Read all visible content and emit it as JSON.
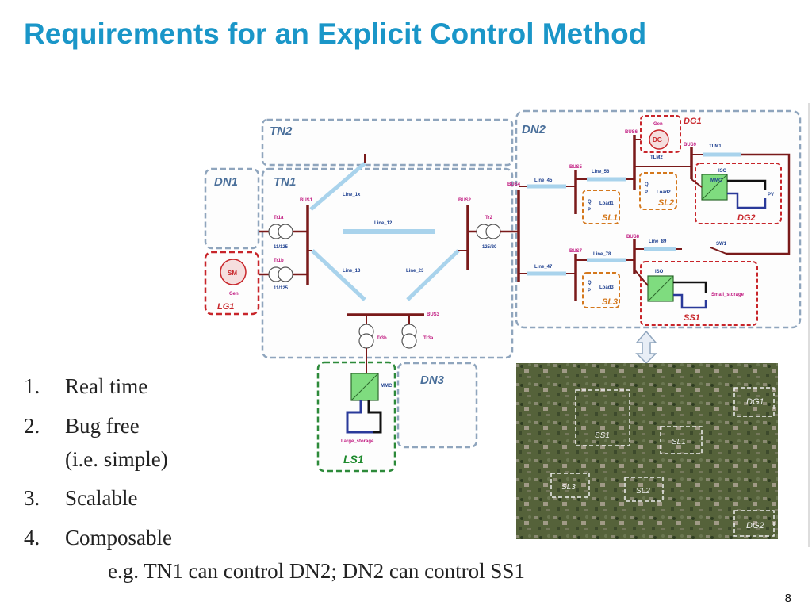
{
  "slide": {
    "title": "Requirements for an Explicit Control Method",
    "page_number": "8"
  },
  "requirements": {
    "items": [
      {
        "num": "1.",
        "text": "Real time"
      },
      {
        "num": "2.",
        "text": "Bug free"
      },
      {
        "num": "",
        "text": "(i.e. simple)"
      },
      {
        "num": "3.",
        "text": "Scalable"
      },
      {
        "num": "4.",
        "text": "Composable"
      }
    ],
    "example": "e.g. TN1 can control DN2; DN2 can control SS1"
  },
  "diagram": {
    "regions": {
      "tn2": "TN2",
      "tn1": "TN1",
      "dn1": "DN1",
      "dn2": "DN2",
      "dn3": "DN3",
      "lg1": "LG1",
      "ls1": "LS1",
      "dg1": "DG1",
      "dg2": "DG2",
      "sl1": "SL1",
      "sl2": "SL2",
      "sl3": "SL3",
      "ss1": "SS1"
    },
    "buses": {
      "bus1": "BUS1",
      "bus2": "BUS2",
      "bus3": "BUS3",
      "bus4": "BUS4",
      "bus5": "BUS5",
      "bus6": "BUS6",
      "bus7": "BUS7",
      "bus8": "BUS8",
      "bus9": "BUS9"
    },
    "lines": {
      "line_1x": "Line_1x",
      "line_12": "Line_12",
      "line_13": "Line_13",
      "line_23": "Line_23",
      "line_45": "Line_45",
      "line_47": "Line_47",
      "line_56": "Line_56",
      "line_78": "Line_78",
      "line_89": "Line_89",
      "tlm1": "TLM1",
      "tlm2": "TLM2",
      "sw1": "SW1"
    },
    "components": {
      "sm": "SM",
      "gen_lg": "Gen",
      "gen_dg": "Gen",
      "dg": "DG",
      "mmc": "MMC",
      "isc": "ISC",
      "iso": "ISO",
      "mmc_ls": "MMC",
      "pv": "PV",
      "small_storage": "Small_storage",
      "large_storage": "Large_storage",
      "load1": "Load1",
      "load2": "Load2",
      "load3": "Load3",
      "tr1a": "Tr1a",
      "tr1b": "Tr1b",
      "tr2": "Tr2",
      "tr3a": "Tr3a",
      "tr3b": "Tr3b",
      "ratio_a": "11/125",
      "ratio_b": "11/125",
      "ratio_tr2": "125/20",
      "p_label": "P",
      "q_label": "Q"
    },
    "photo_labels": {
      "dg1": "DG1",
      "dg2": "DG2",
      "sl1": "SL1",
      "sl2": "SL2",
      "sl3": "SL3",
      "ss1": "SS1"
    }
  }
}
